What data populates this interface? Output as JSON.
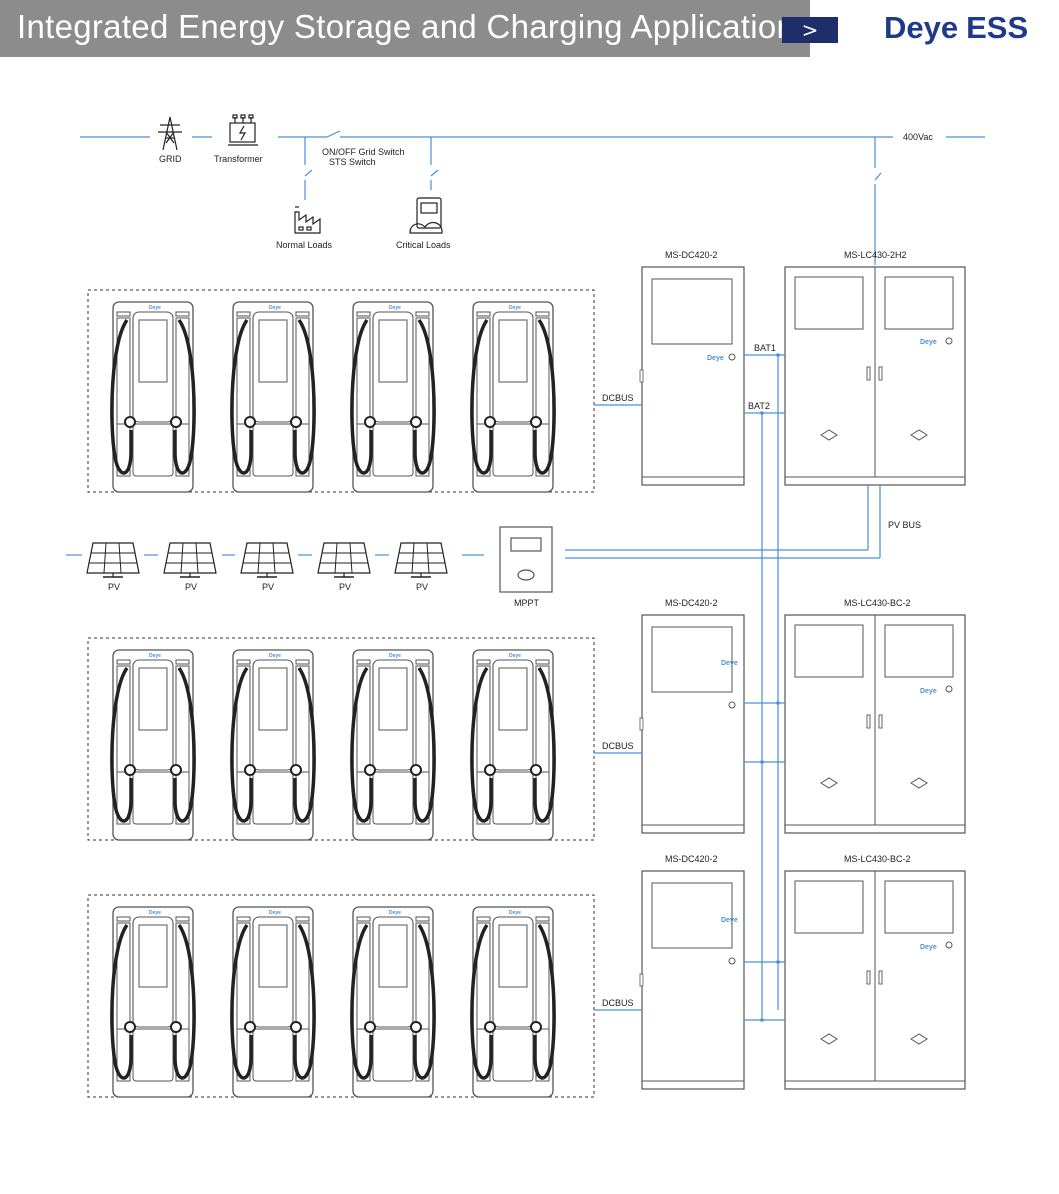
{
  "header": {
    "title": "Integrated Energy Storage and Charging Application",
    "arrow_glyph": ">",
    "brand_name": "Deye",
    "brand_suffix": "ESS"
  },
  "grid_section": {
    "grid_label": "GRID",
    "transformer_label": "Transformer",
    "switch_label_1": "ON/OFF Grid Switch",
    "switch_label_2": "STS Switch",
    "bus_voltage_label": "400Vac",
    "normal_loads_label": "Normal Loads",
    "critical_loads_label": "Critical Loads"
  },
  "pv_section": {
    "pv_labels": [
      "PV",
      "PV",
      "PV",
      "PV",
      "PV"
    ],
    "mppt_label": "MPPT",
    "pv_bus_label": "PV BUS"
  },
  "cabinets": {
    "dc_labels": [
      "MS-DC420-2",
      "MS-DC420-2",
      "MS-DC420-2"
    ],
    "lc_labels": [
      "MS-LC430-2H2",
      "MS-LC430-BC-2",
      "MS-LC430-BC-2"
    ],
    "bat1_label": "BAT1",
    "bat2_label": "BAT2",
    "dcbus_labels": [
      "DCBUS",
      "DCBUS",
      "DCBUS"
    ],
    "logo_text": "Deye"
  },
  "colors": {
    "header_bg": "#8c8c8c",
    "accent_navy": "#1d2e6b",
    "brand_blue": "#1f3a8a",
    "line_blue": "#4a90d9",
    "outline_gray": "#666666"
  },
  "icons": [
    "grid-tower-icon",
    "transformer-icon",
    "factory-icon",
    "critical-load-icon",
    "solar-panel-icon",
    "chevron-right-icon"
  ]
}
